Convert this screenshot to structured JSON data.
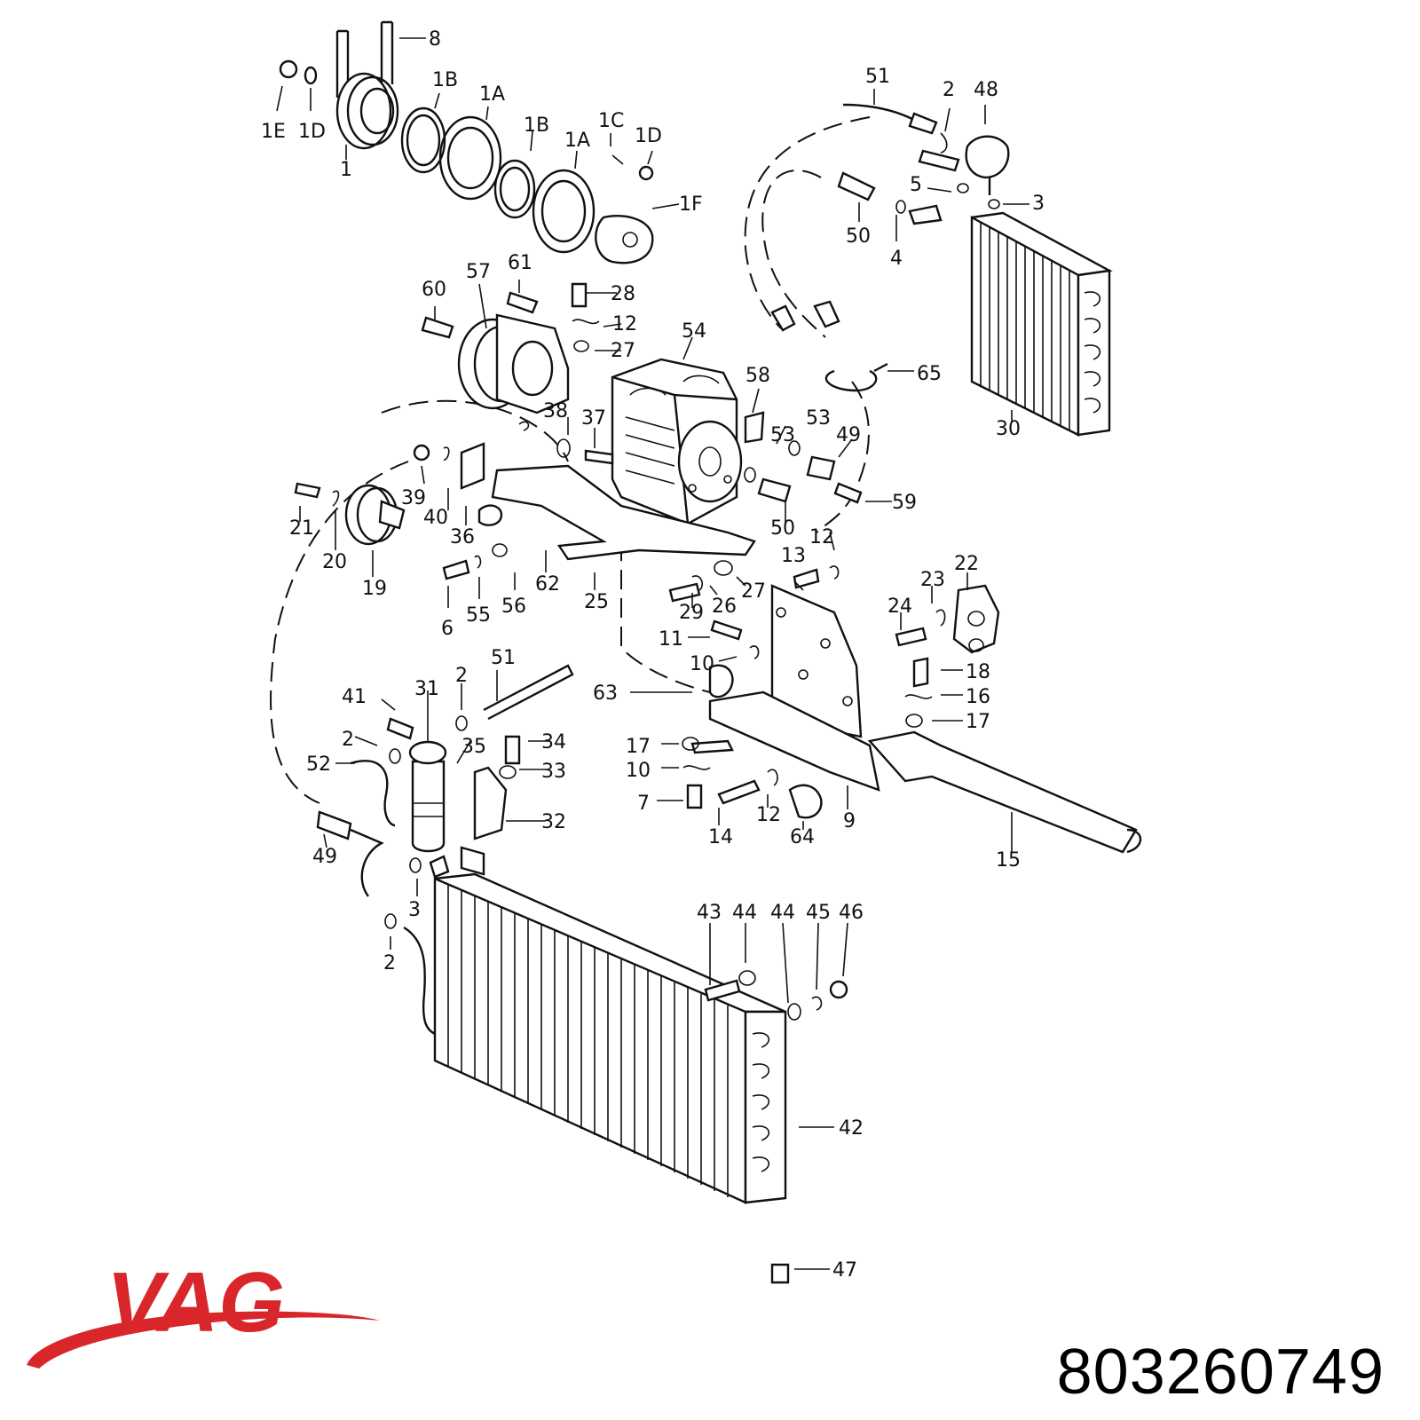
{
  "diagram": {
    "callouts": [
      "8",
      "1E",
      "1D",
      "1",
      "1B",
      "1A",
      "1B",
      "1A",
      "1C",
      "1D",
      "1F",
      "51",
      "2",
      "48",
      "5",
      "3",
      "50",
      "4",
      "60",
      "57",
      "61",
      "28",
      "12",
      "27",
      "54",
      "58",
      "65",
      "30",
      "38",
      "37",
      "53",
      "53",
      "49",
      "59",
      "50",
      "12",
      "39",
      "40",
      "36",
      "21",
      "20",
      "19",
      "62",
      "25",
      "6",
      "55",
      "56",
      "13",
      "29",
      "26",
      "27",
      "24",
      "23",
      "22",
      "11",
      "10",
      "18",
      "16",
      "17",
      "63",
      "41",
      "31",
      "2",
      "51",
      "2",
      "52",
      "35",
      "34",
      "33",
      "17",
      "10",
      "7",
      "14",
      "12",
      "64",
      "9",
      "15",
      "32",
      "49",
      "3",
      "2",
      "43",
      "44",
      "44",
      "45",
      "46",
      "42",
      "47"
    ]
  },
  "brand": {
    "logo_text": "VAG",
    "logo_color": "#d8262a"
  },
  "part_number": "803260749"
}
